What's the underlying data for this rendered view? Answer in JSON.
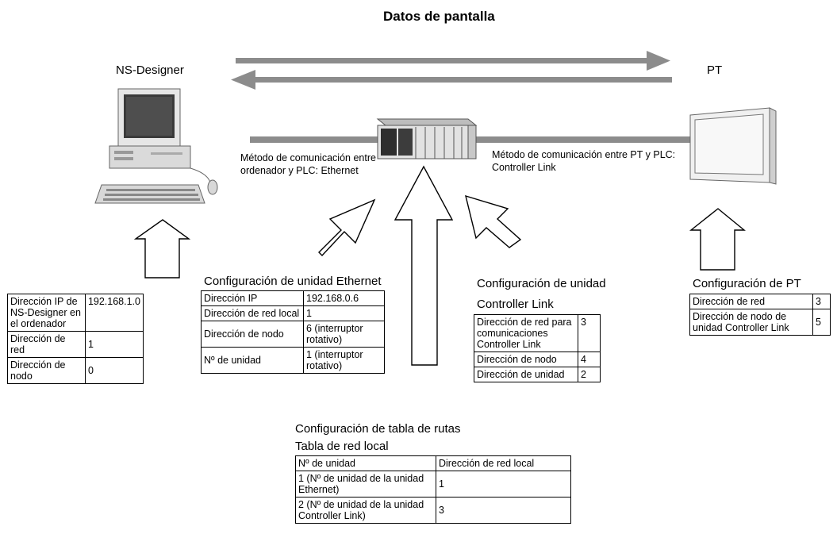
{
  "title": "Datos de pantalla",
  "labels": {
    "ns_designer": "NS-Designer",
    "pt": "PT",
    "comm_pc_plc": "Método de comunicación entre ordenador y PLC: Ethernet",
    "comm_pt_plc": "Método de comunicación entre PT y PLC: Controller Link"
  },
  "computer_table": {
    "rows": [
      [
        "Dirección IP de NS-Designer en el ordenador",
        "192.168.1.0"
      ],
      [
        "Dirección de red",
        "1"
      ],
      [
        "Dirección de nodo",
        "0"
      ]
    ]
  },
  "ethernet_unit": {
    "caption": "Configuración de unidad Ethernet",
    "rows": [
      [
        "Dirección IP",
        "192.168.0.6"
      ],
      [
        "Dirección de red local",
        "1"
      ],
      [
        "Dirección de nodo",
        "6 (interruptor rotativo)"
      ],
      [
        "Nº de unidad",
        "1 (interruptor rotativo)"
      ]
    ]
  },
  "controller_link_unit": {
    "caption_line1": "Configuración de unidad",
    "caption_line2": "Controller Link",
    "rows": [
      [
        "Dirección de red para comunicaciones Controller Link",
        "3"
      ],
      [
        "Dirección de nodo",
        "4"
      ],
      [
        "Dirección de unidad",
        "2"
      ]
    ]
  },
  "pt_config": {
    "caption": "Configuración de PT",
    "rows": [
      [
        "Dirección de red",
        "3"
      ],
      [
        "Dirección de nodo de unidad Controller Link",
        "5"
      ]
    ]
  },
  "routing": {
    "caption1": "Configuración de tabla de rutas",
    "caption2": "Tabla de red local",
    "header": [
      "Nº de unidad",
      "Dirección de red local"
    ],
    "rows": [
      [
        "1 (Nº de unidad de la unidad Ethernet)",
        "1"
      ],
      [
        "2 (Nº de unidad de la unidad Controller Link)",
        "3"
      ]
    ]
  }
}
